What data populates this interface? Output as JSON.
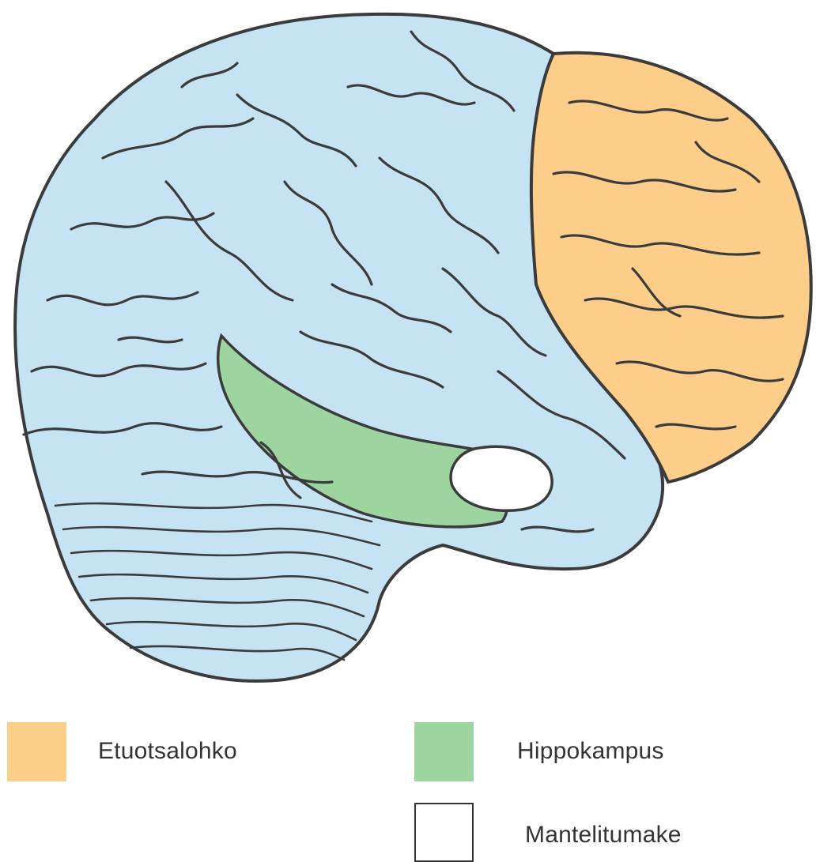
{
  "diagram": {
    "regions": {
      "brain": {
        "color": "#c5e3f3"
      },
      "frontal": {
        "color": "#fdcd8a"
      },
      "hippocampus": {
        "color": "#9ed4a0"
      },
      "amygdala": {
        "color": "#ffffff"
      },
      "outline": {
        "color": "#3b3b3b"
      }
    }
  },
  "legend": {
    "items": [
      {
        "label": "Etuotsalohko",
        "color": "#fdcd8a"
      },
      {
        "label": "Hippokampus",
        "color": "#9ed4a0"
      },
      {
        "label": "Mantelitumake",
        "color": "#ffffff"
      }
    ]
  }
}
